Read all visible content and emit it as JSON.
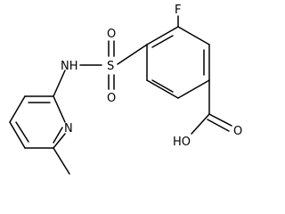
{
  "molecule": {
    "atoms": {
      "fluorine": "F",
      "sulfur": "S",
      "oxygen_top": "O",
      "oxygen_bottom": "O",
      "amine": "NH",
      "pyridine_nitrogen": "N",
      "carboxyl_oxygen": "O",
      "hydroxyl": "HO"
    }
  },
  "colors": {
    "line": "#000000",
    "background": "#ffffff"
  }
}
